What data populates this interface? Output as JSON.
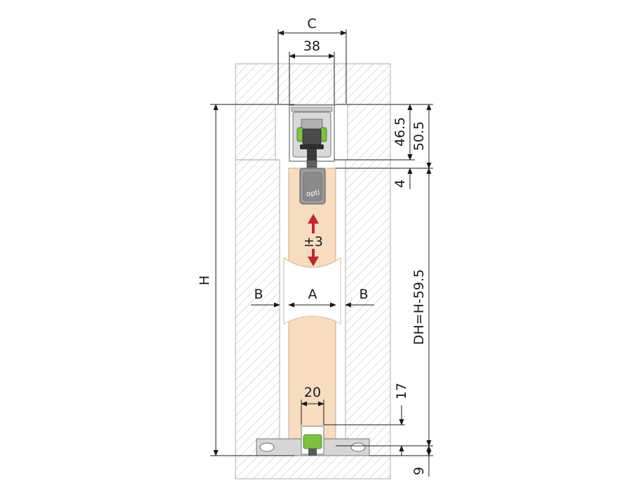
{
  "labels": {
    "c": "C",
    "width_38": "38",
    "height_46_5": "46.5",
    "height_50_5": "50.5",
    "gap_4": "4",
    "h": "H",
    "dh": "DH=H-59.5",
    "b_left": "B",
    "a": "A",
    "b_right": "B",
    "adjust": "±3",
    "width_20": "20",
    "gap_17": "17",
    "gap_9": "9",
    "brand": "opti"
  },
  "colors": {
    "door": "#f7dcc0",
    "wall_hatch": "#b5b5b5",
    "hardware_gray": "#a8a8a8",
    "accent_green": "#7dc242",
    "arrow_red": "#c1272d",
    "line": "#1a1a1a"
  }
}
